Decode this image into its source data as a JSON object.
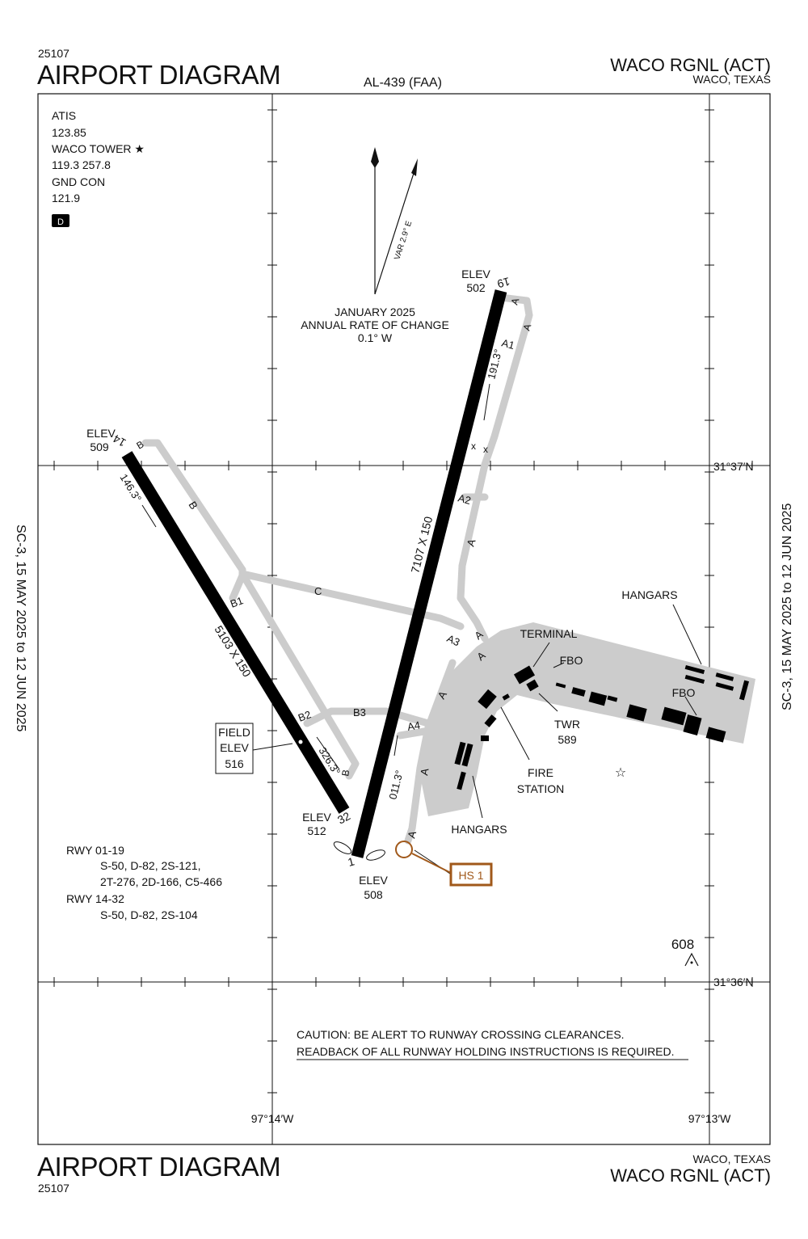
{
  "header": {
    "chart_number": "25107",
    "title": "AIRPORT DIAGRAM",
    "procedure_id": "AL-439 (FAA)",
    "airport_name": "WACO RGNL (ACT)",
    "city": "WACO, TEXAS"
  },
  "footer": {
    "title": "AIRPORT DIAGRAM",
    "chart_number": "25107",
    "city": "WACO, TEXAS",
    "airport_name": "WACO RGNL (ACT)"
  },
  "margins": {
    "left": "SC-3,  15 MAY 2025  to  12 JUN 2025",
    "right": "SC-3,  15 MAY 2025  to  12 JUN 2025"
  },
  "comms": {
    "atis_label": "ATIS",
    "atis_freq": "123.85",
    "tower_label": "WACO TOWER ★",
    "tower_freq": "119.3 257.8",
    "ground_label": "GND CON",
    "ground_freq": "121.9",
    "d_badge": "D"
  },
  "magnetic": {
    "var_label": "VAR 2.9° E",
    "line1": "JANUARY 2025",
    "line2": "ANNUAL RATE OF CHANGE",
    "line3": "0.1° W"
  },
  "runways": {
    "rwy_01_19": {
      "dims": "7107 X 150",
      "elev_19_label": "ELEV",
      "elev_19": "502",
      "elev_1_label": "ELEV",
      "elev_1": "508",
      "end_19": "19",
      "end_1": "1",
      "hdg_19": "191.3°",
      "hdg_1": "011.3°"
    },
    "rwy_14_32": {
      "dims": "5103 X 150",
      "elev_14_label": "ELEV",
      "elev_14": "509",
      "elev_32_label": "ELEV",
      "elev_32": "512",
      "end_14": "14",
      "end_32": "32",
      "hdg_14": "146.3°",
      "hdg_32": "326.3°"
    }
  },
  "taxiways": {
    "A": "A",
    "A1": "A1",
    "A2": "A2",
    "A3": "A3",
    "A4": "A4",
    "B": "B",
    "B1": "B1",
    "B2": "B2",
    "B3": "B3",
    "C": "C"
  },
  "field_elev": {
    "l1": "FIELD",
    "l2": "ELEV",
    "l3": "516"
  },
  "labels": {
    "hangars_ne": "HANGARS",
    "terminal": "TERMINAL",
    "fbo1": "FBO",
    "fbo2": "FBO",
    "twr_label": "TWR",
    "twr_elev": "589",
    "fire1": "FIRE",
    "fire2": "STATION",
    "hangars_s": "HANGARS",
    "hotspot": "HS 1",
    "obstacle": "608"
  },
  "notes": {
    "rwy1_label": "RWY 01-19",
    "rwy1_line1": "S-50, D-82, 2S-121,",
    "rwy1_line2": "2T-276, 2D-166, C5-466",
    "rwy2_label": "RWY 14-32",
    "rwy2_line1": "S-50, D-82, 2S-104",
    "caution1": "CAUTION:  BE ALERT TO RUNWAY CROSSING CLEARANCES.",
    "caution2": "READBACK OF ALL RUNWAY HOLDING INSTRUCTIONS IS REQUIRED."
  },
  "grid": {
    "lat_north": "31°37′N",
    "lat_south": "31°36′N",
    "lon_west": "97°14′W",
    "lon_east": "97°13′W"
  },
  "colors": {
    "taxiway": "#cccccc",
    "runway": "#000000",
    "hotspot": "#a0581a"
  }
}
